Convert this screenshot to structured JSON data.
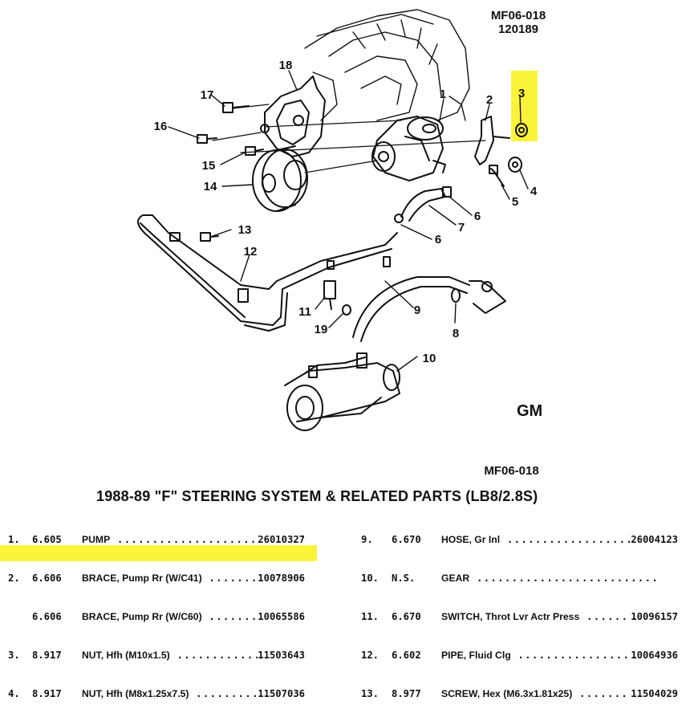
{
  "header": {
    "code": "MF06-018",
    "code_date": "120189",
    "bottom_code": "MF06-018"
  },
  "logo_text": "GM",
  "callouts": [
    "1",
    "2",
    "3",
    "4",
    "5",
    "6",
    "6",
    "7",
    "8",
    "9",
    "10",
    "11",
    "12",
    "13",
    "14",
    "15",
    "16",
    "17",
    "18",
    "19"
  ],
  "title": "1988-89 \"F\" STEERING SYSTEM & RELATED PARTS (LB8/2.8S)",
  "parts_left": [
    {
      "num": "1.",
      "cat": "6.605",
      "name": "PUMP",
      "pn": "26010327"
    },
    {
      "num": "2.",
      "cat": "6.606",
      "name": "BRACE, Pump Rr (W/C41)",
      "pn": "10078906"
    },
    {
      "num": "",
      "cat": "6.606",
      "name": "BRACE, Pump Rr (W/C60)",
      "pn": "10065586"
    },
    {
      "num": "3.",
      "cat": "8.917",
      "name": "NUT, Hfh (M10x1.5)",
      "pn": "11503643"
    },
    {
      "num": "4.",
      "cat": "8.917",
      "name": "NUT, Hfh (M8x1.25x7.5)",
      "pn": "11507036"
    }
  ],
  "parts_right": [
    {
      "num": "9.",
      "cat": "6.670",
      "name": "HOSE, Gr Inl",
      "pn": "26004123"
    },
    {
      "num": "10.",
      "cat": "N.S.",
      "name": "GEAR",
      "pn": ""
    },
    {
      "num": "11.",
      "cat": "6.670",
      "name": "SWITCH, Throt Lvr Actr Press",
      "pn": "10096157"
    },
    {
      "num": "12.",
      "cat": "6.602",
      "name": "PIPE, Fluid Clg",
      "pn": "10064936"
    },
    {
      "num": "13.",
      "cat": "8.977",
      "name": "SCREW, Hex (M6.3x1.81x25)",
      "pn": "11504029"
    }
  ],
  "highlight_color": "#fbf33a"
}
